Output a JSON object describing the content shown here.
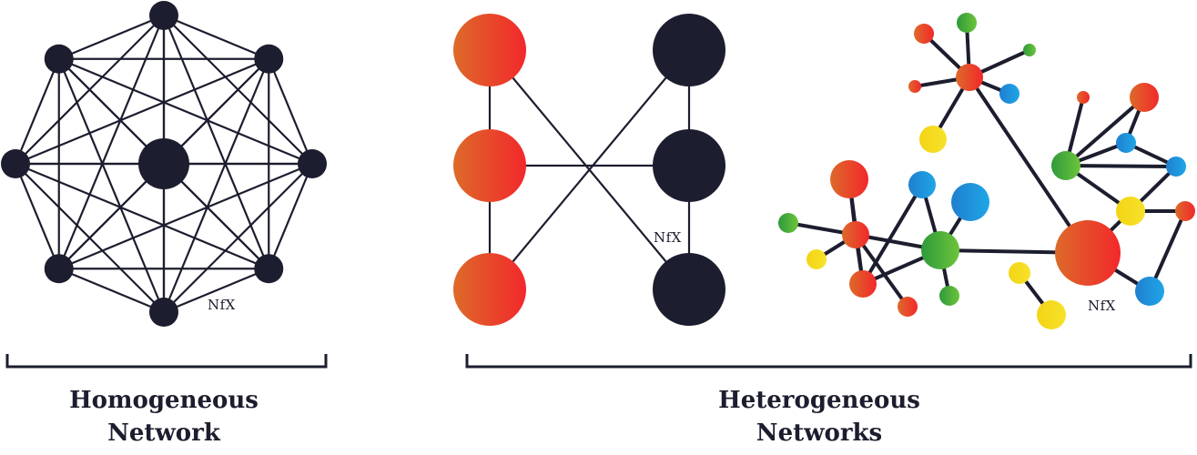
{
  "captions": {
    "homogeneous": [
      "Homogeneous",
      "Network"
    ],
    "heterogeneous": [
      "Heterogeneous",
      "Networks"
    ]
  },
  "brand_marks": [
    "NfX",
    "NfX",
    "NfX"
  ],
  "colors": {
    "dark": "#1c1d2e",
    "orange_a": "#e0622a",
    "orange_b": "#f2272b",
    "green": "#3fa83a",
    "blue": "#1b8fd6",
    "yellow": "#f0d712",
    "bracket": "#1c1d2e"
  }
}
